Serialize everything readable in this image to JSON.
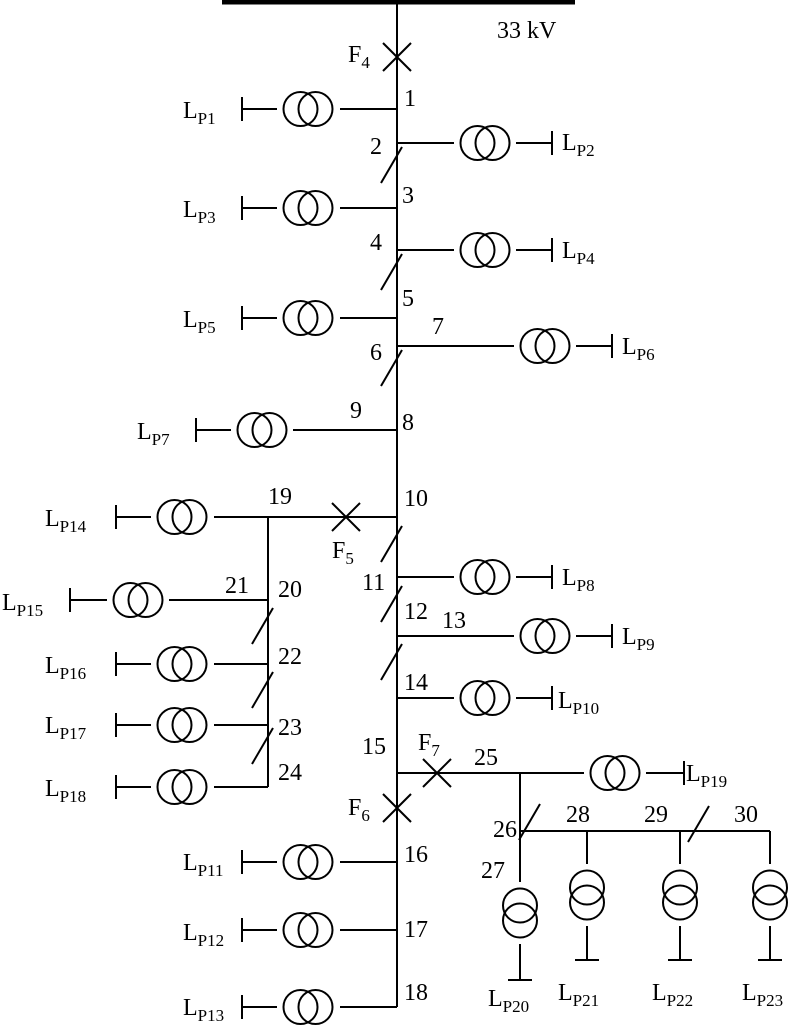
{
  "source_bus": {
    "voltage_label": "33 kV"
  },
  "nodes": [
    "1",
    "2",
    "3",
    "4",
    "5",
    "6",
    "7",
    "8",
    "9",
    "10",
    "11",
    "12",
    "13",
    "14",
    "15",
    "16",
    "17",
    "18",
    "19",
    "20",
    "21",
    "22",
    "23",
    "24",
    "25",
    "26",
    "27",
    "28",
    "29",
    "30"
  ],
  "faults": [
    {
      "main": "F",
      "index": "4"
    },
    {
      "main": "F",
      "index": "5"
    },
    {
      "main": "F",
      "index": "6"
    },
    {
      "main": "F",
      "index": "7"
    }
  ],
  "loads": [
    {
      "main": "L",
      "index": "P1"
    },
    {
      "main": "L",
      "index": "P2"
    },
    {
      "main": "L",
      "index": "P3"
    },
    {
      "main": "L",
      "index": "P4"
    },
    {
      "main": "L",
      "index": "P5"
    },
    {
      "main": "L",
      "index": "P6"
    },
    {
      "main": "L",
      "index": "P7"
    },
    {
      "main": "L",
      "index": "P8"
    },
    {
      "main": "L",
      "index": "P9"
    },
    {
      "main": "L",
      "index": "P10"
    },
    {
      "main": "L",
      "index": "P11"
    },
    {
      "main": "L",
      "index": "P12"
    },
    {
      "main": "L",
      "index": "P13"
    },
    {
      "main": "L",
      "index": "P14"
    },
    {
      "main": "L",
      "index": "P15"
    },
    {
      "main": "L",
      "index": "P16"
    },
    {
      "main": "L",
      "index": "P17"
    },
    {
      "main": "L",
      "index": "P18"
    },
    {
      "main": "L",
      "index": "P19"
    },
    {
      "main": "L",
      "index": "P20"
    },
    {
      "main": "L",
      "index": "P21"
    },
    {
      "main": "L",
      "index": "P22"
    },
    {
      "main": "L",
      "index": "P23"
    }
  ]
}
